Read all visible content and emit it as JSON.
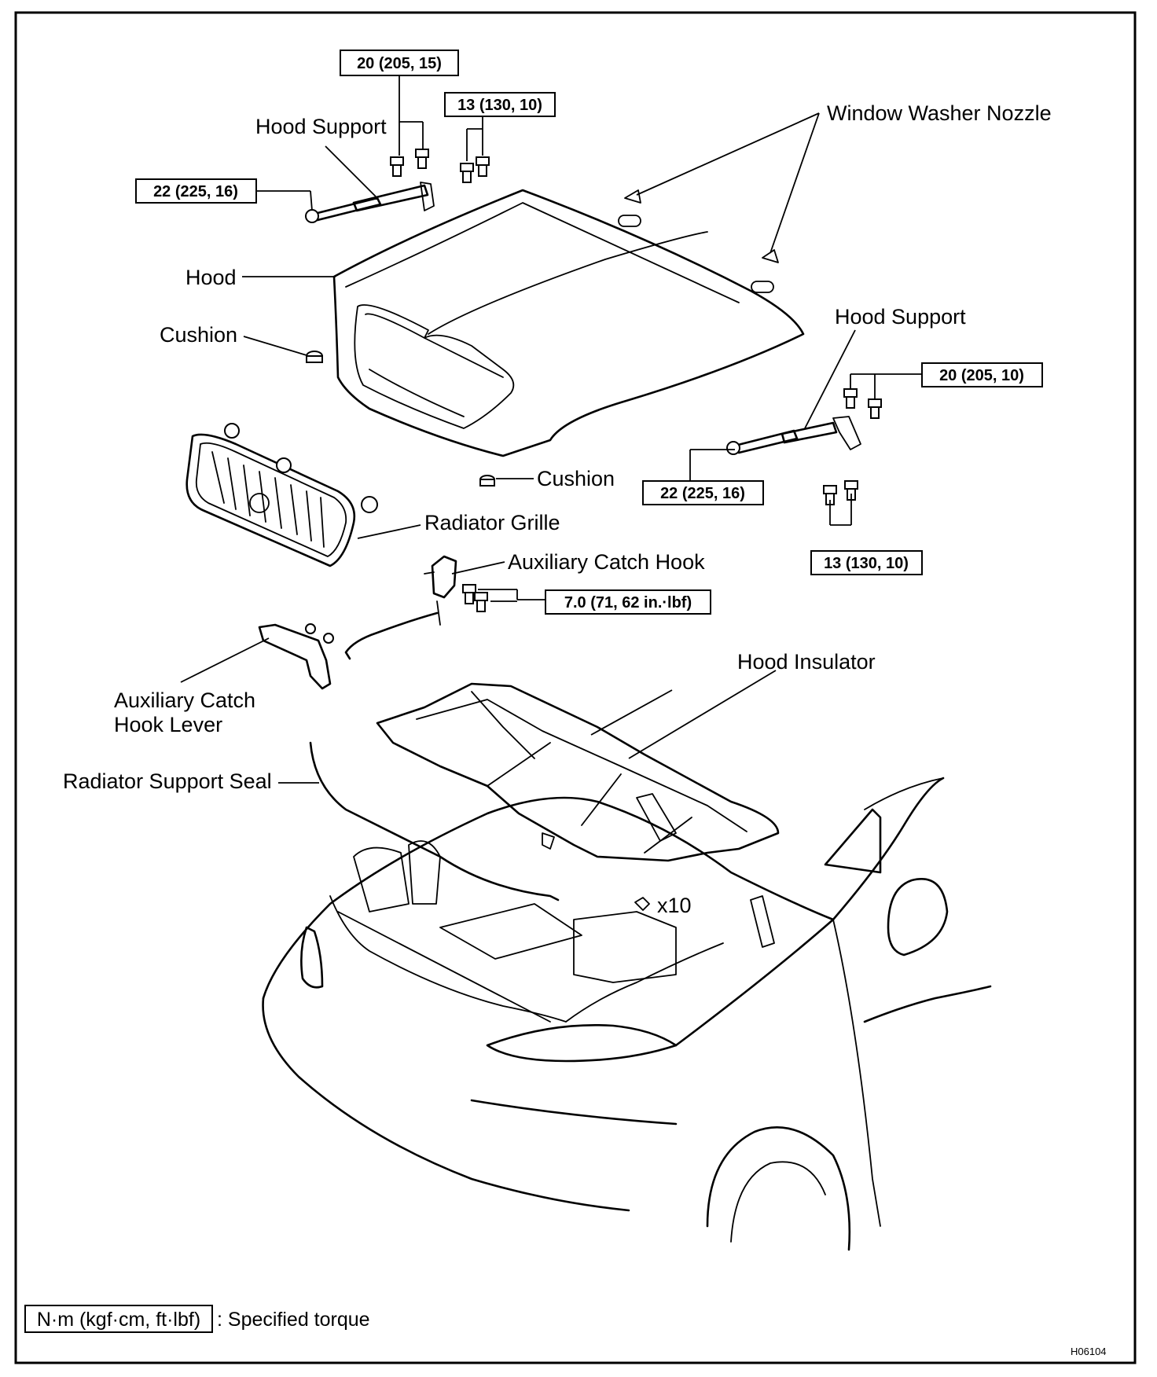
{
  "labels": {
    "hood_support_left": "Hood Support",
    "window_washer_nozzle": "Window Washer Nozzle",
    "hood": "Hood",
    "cushion_left": "Cushion",
    "hood_support_right": "Hood Support",
    "cushion_center": "Cushion",
    "radiator_grille": "Radiator Grille",
    "aux_catch_hook": "Auxiliary Catch Hook",
    "aux_catch_hook_lever_1": "Auxiliary Catch",
    "aux_catch_hook_lever_2": "Hook Lever",
    "hood_insulator": "Hood Insulator",
    "radiator_support_seal": "Radiator Support Seal",
    "clip_count": "x10"
  },
  "torques": {
    "t1": "20 (205, 15)",
    "t2": "13 (130, 10)",
    "t3": "22 (225, 16)",
    "t4": "20 (205, 10)",
    "t5": "22 (225, 16)",
    "t6": "13 (130, 10)",
    "t7": "7.0 (71, 62 in.·lbf)"
  },
  "legend": {
    "unit": "N·m (kgf·cm, ft·lbf)",
    "description": ": Specified torque"
  },
  "figure_code": "H06104"
}
